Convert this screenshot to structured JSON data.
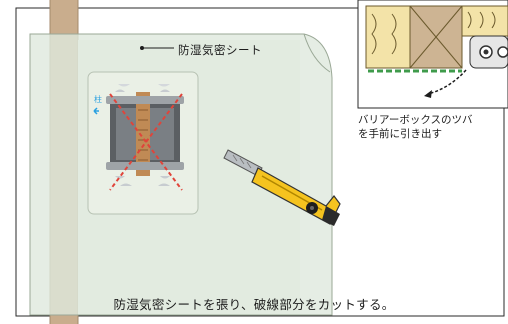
{
  "labels": {
    "sheet": "防湿気密シート",
    "pillar": "柱",
    "callout_line1": "バリアーボックスのツバ",
    "callout_line2": "を手前に引き出す",
    "caption": "防湿気密シートを張り、破線部分をカットする。"
  },
  "icons": [
    "pillar-arrow-icon",
    "cutter-knife-icon",
    "pull-arrow-icon"
  ],
  "colors": {
    "sheet": "#dfe8dd",
    "pillar": "#c9ad8d",
    "cut_line": "#e0443a",
    "knife_body": "#f5c31f",
    "tape": "#3f9b4b",
    "label_blue": "#2aa0e0"
  }
}
